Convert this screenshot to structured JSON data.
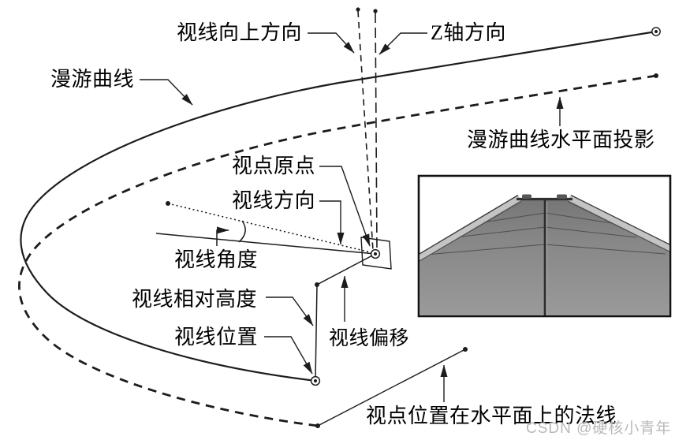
{
  "diagram": {
    "title_hint": "roaming-camera-sightline-diagram",
    "labels": {
      "view_up": "视线向上方向",
      "z_axis": "Z轴方向",
      "roaming_curve": "漫游曲线",
      "projection": "漫游曲线水平面投影",
      "viewpoint_origin": "视点原点",
      "sight_direction": "视线方向",
      "sight_angle": "视线角度",
      "sight_relative_height": "视线相对高度",
      "sight_position": "视线位置",
      "sight_offset": "视线偏移",
      "viewpoint_normal": "视点位置在水平面上的法线"
    },
    "colors": {
      "line": "#1c1c1c",
      "text": "#000000",
      "background": "#ffffff",
      "watermark": "#b9b9b9",
      "inset_deck_top": "#767676",
      "inset_deck_bottom": "#9a9a9a",
      "inset_barrier": "#c4c4c4",
      "inset_seam": "#4f4f4f"
    }
  },
  "watermark": {
    "text": "CSDN @硬核小青年"
  }
}
